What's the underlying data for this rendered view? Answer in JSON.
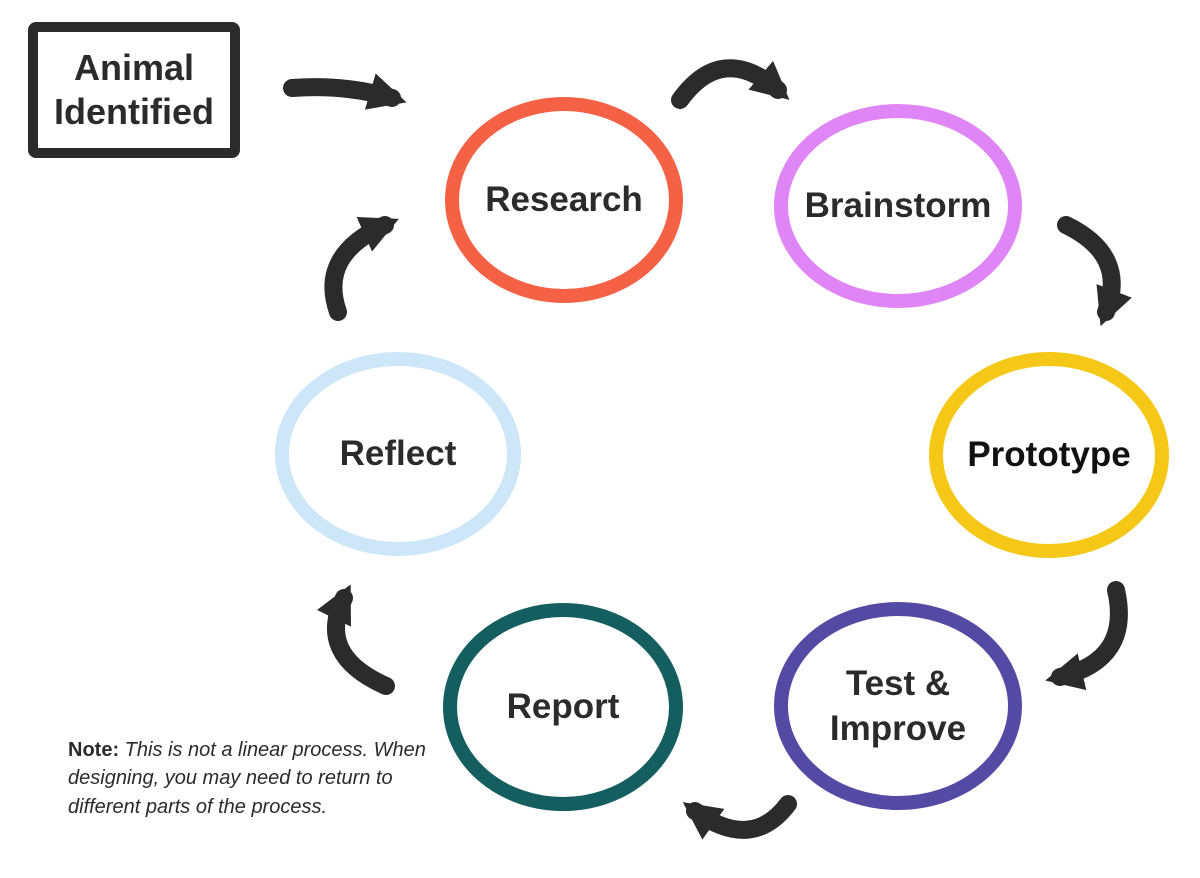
{
  "diagram": {
    "start": {
      "line1": "Animal",
      "line2": "Identified"
    },
    "stages": [
      {
        "label": "Research",
        "color": "#f56144"
      },
      {
        "label": "Brainstorm",
        "color": "#df85f5"
      },
      {
        "label": "Prototype",
        "color": "#f5c817"
      },
      {
        "line1": "Test &",
        "line2": "Improve",
        "color": "#554aa3"
      },
      {
        "label": "Report",
        "color": "#155e5f"
      },
      {
        "label": "Reflect",
        "color": "#cde6f8"
      }
    ],
    "arrow_color": "#2b2b2b"
  },
  "note": {
    "prefix": "Note:",
    "text": "This is not a linear process. When designing, you may need to return to different parts of the process."
  }
}
